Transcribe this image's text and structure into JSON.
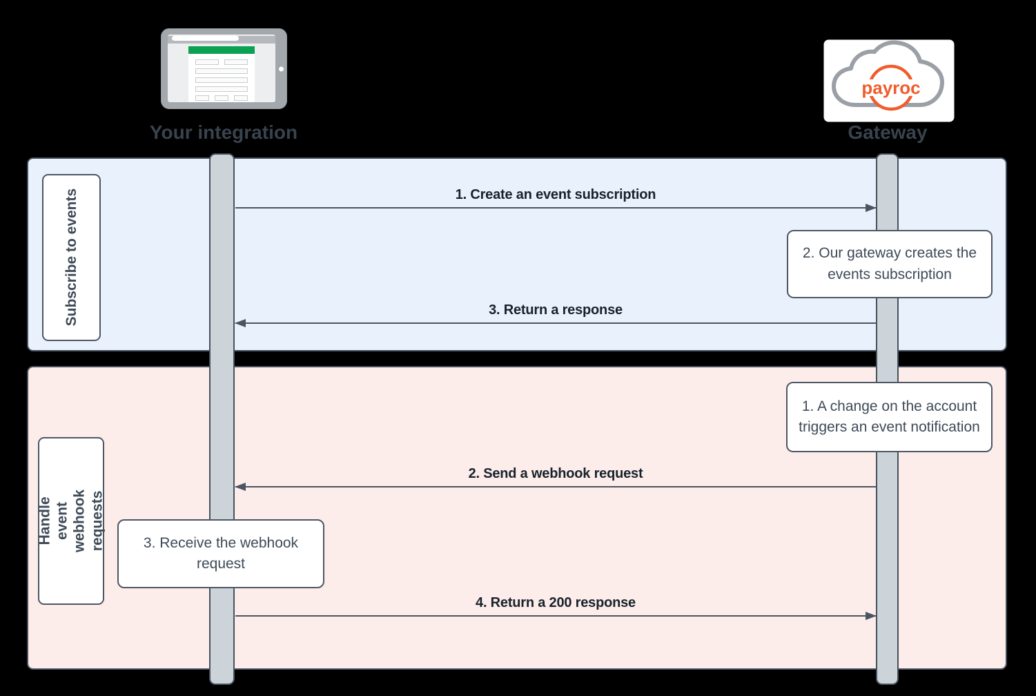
{
  "actors": {
    "integration": {
      "label": "Your integration",
      "icon": "browser-form-icon"
    },
    "gateway": {
      "label": "Gateway",
      "icon": "payroc-cloud-logo",
      "logo_text": "payroc"
    }
  },
  "lanes": {
    "subscribe": {
      "label": "Subscribe to events",
      "messages": {
        "m1": "1. Create an event subscription",
        "note": "2. Our gateway creates the events subscription",
        "m2": "3. Return a response"
      }
    },
    "handle": {
      "label": "Handle event webhook requests",
      "messages": {
        "note1": "1. A change on the account triggers an event notification",
        "m1": "2. Send a webhook request",
        "note2": "3. Receive the webhook request",
        "m2": "4. Return a 200 response"
      }
    }
  },
  "colors": {
    "lane_subscribe_bg": "#e9f1fc",
    "lane_handle_bg": "#fcecea",
    "lifeline_fill": "#ccd3d9",
    "border_dark": "#47515e",
    "arrow_line": "#4a5560",
    "note_text": "#3e4a57",
    "brand_green": "#0ba152",
    "brand_orange": "#f05c2c",
    "cloud_gray": "#9aa0a6"
  }
}
